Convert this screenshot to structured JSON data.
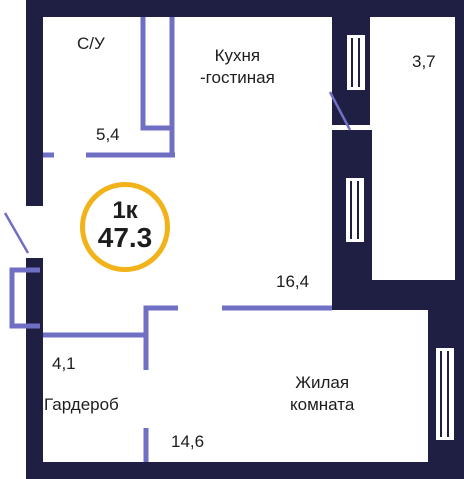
{
  "badge": {
    "rooms": "1к",
    "area": "47.3"
  },
  "rooms": [
    {
      "id": "bathroom",
      "name": "С/У",
      "area": "5,4"
    },
    {
      "id": "kitchen",
      "name": "Кухня\n-гостиная",
      "area": "16,4"
    },
    {
      "id": "balcony",
      "name": "",
      "area": "3,7"
    },
    {
      "id": "wardrobe",
      "name": "Гардероб",
      "area": "4,1"
    },
    {
      "id": "living",
      "name": "Жилая\nкомната",
      "area": "14,6"
    }
  ],
  "colors": {
    "wall": "#1f1f44",
    "partition": "#6f6fc4",
    "badge_ring": "#f2b21a",
    "text": "#1d1d1f"
  }
}
